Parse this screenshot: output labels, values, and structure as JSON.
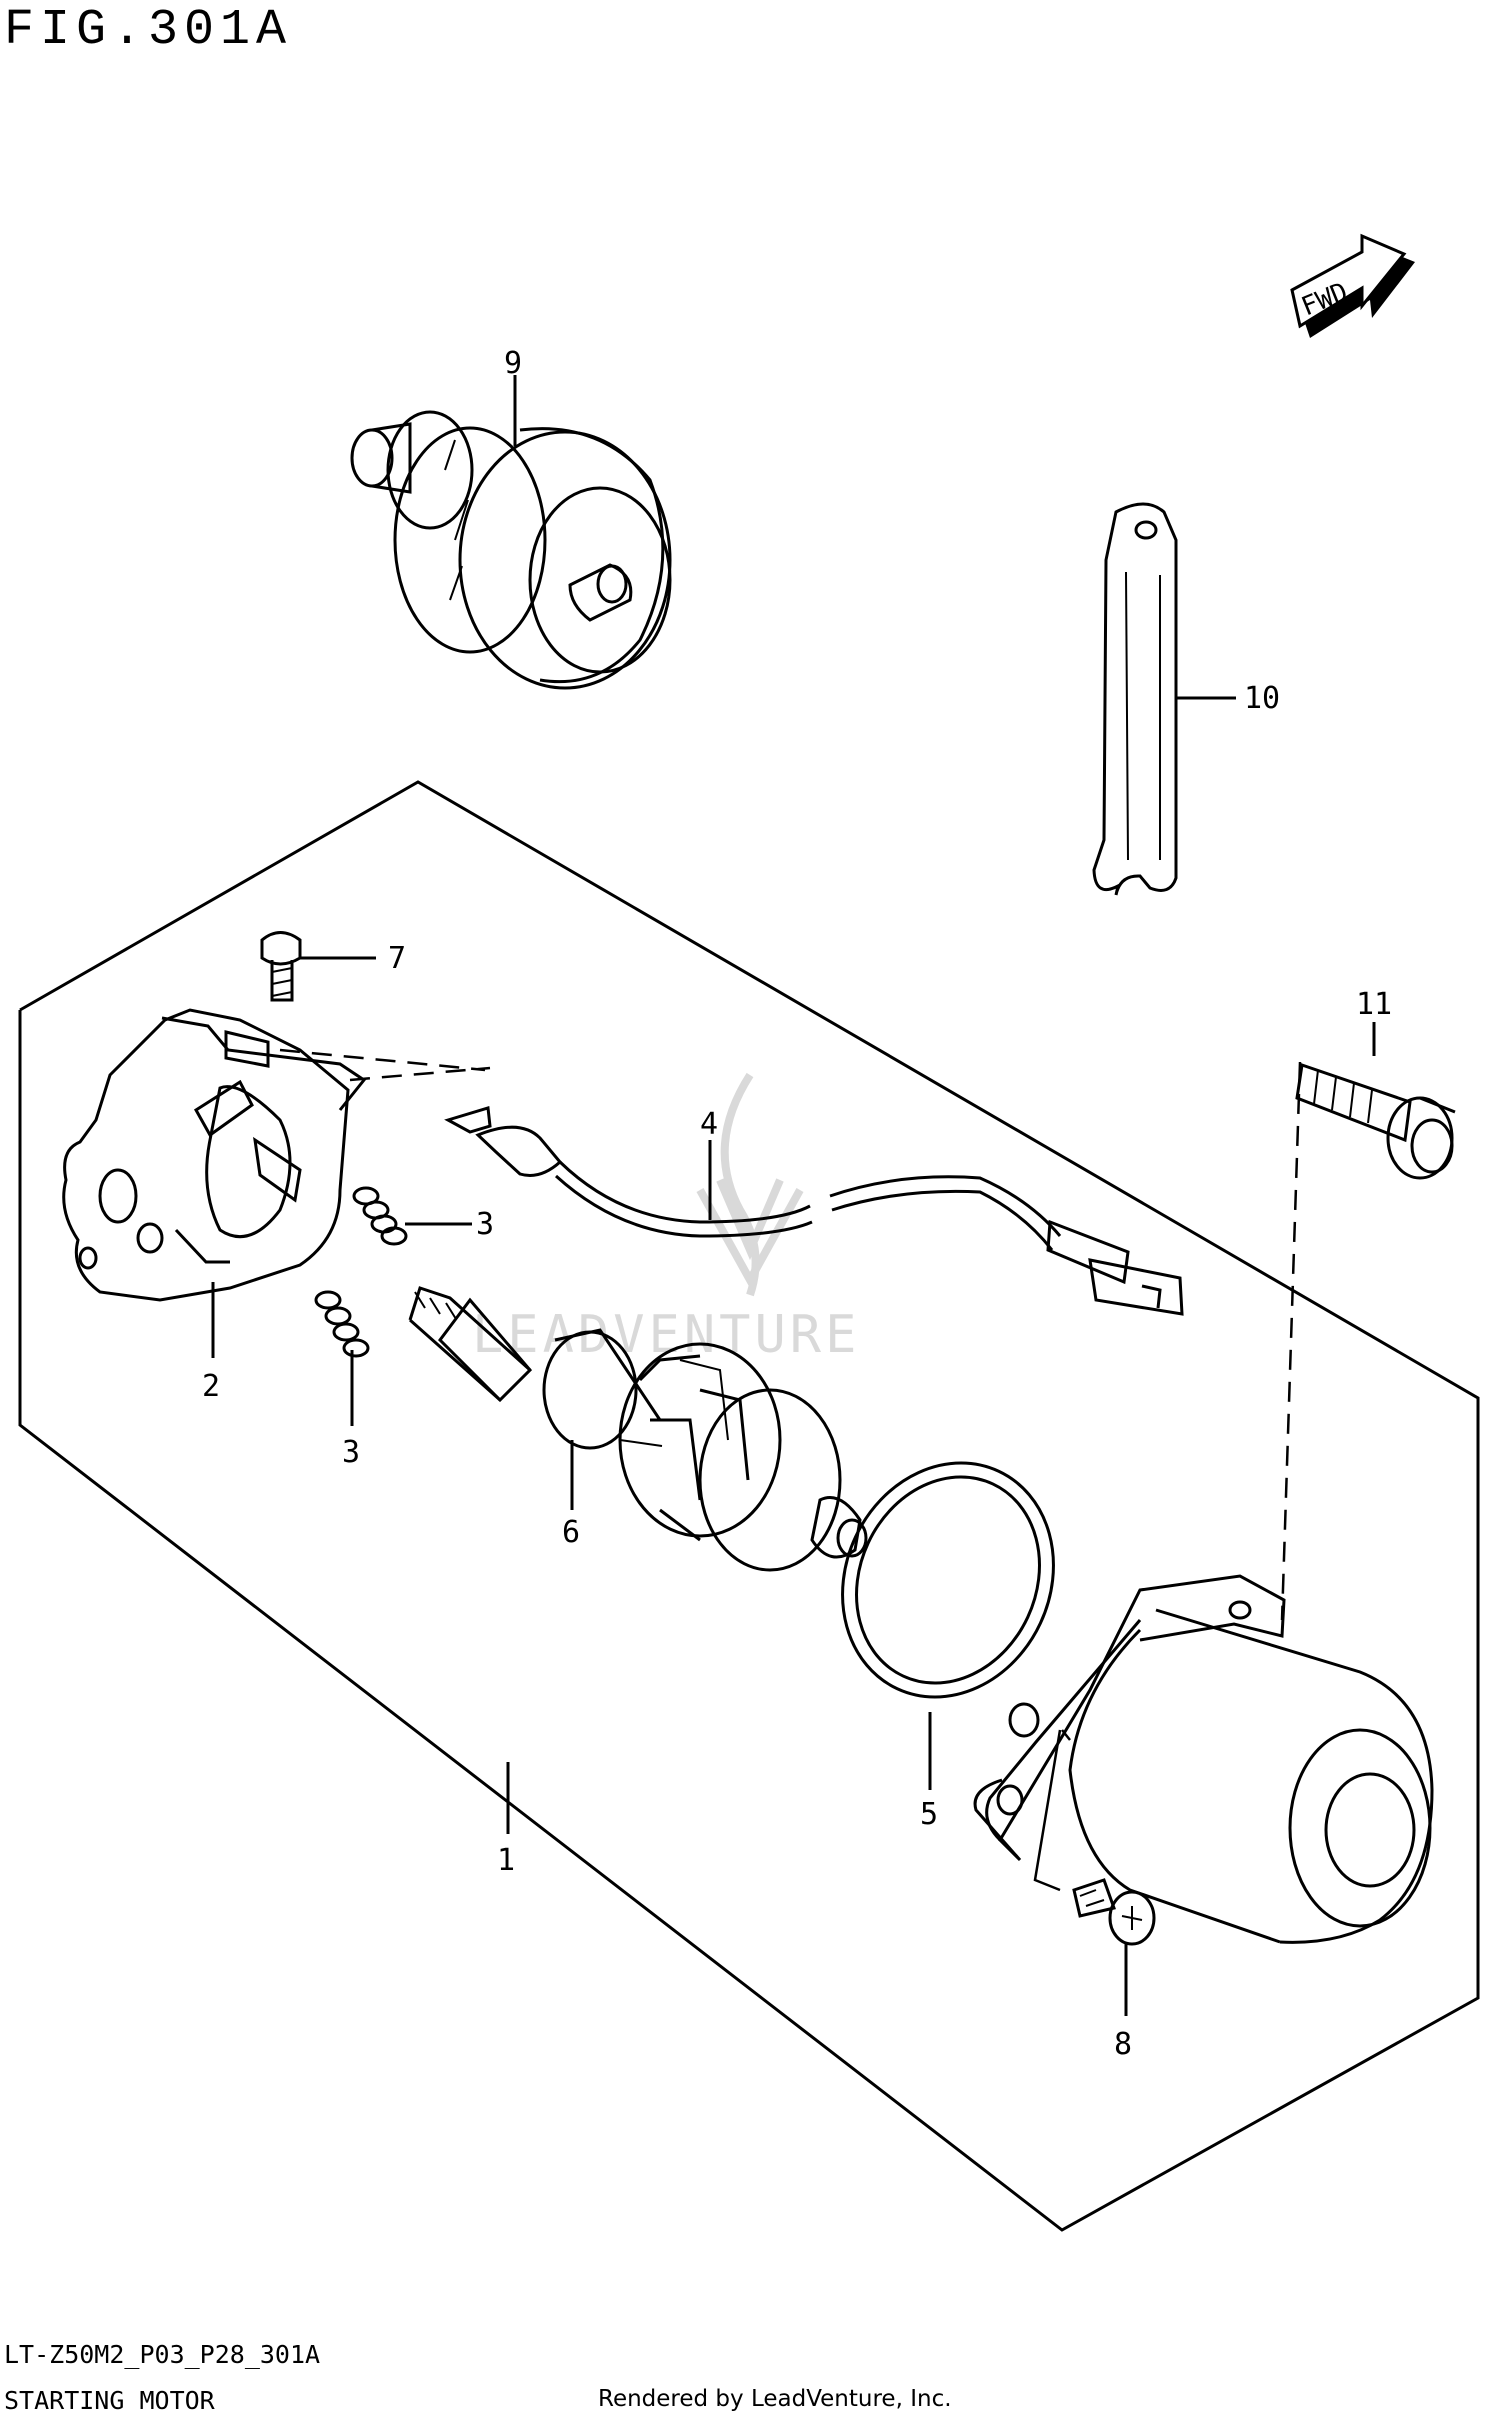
{
  "figure": {
    "title": "FIG.301A",
    "code": "LT-Z50M2_P03_P28_301A",
    "caption": "STARTING MOTOR",
    "credit": "Rendered by LeadVenture, Inc.",
    "watermark": "LEADVENTURE",
    "fwd_label": "FWD"
  },
  "callouts": [
    {
      "id": "1",
      "label": "1"
    },
    {
      "id": "2",
      "label": "2"
    },
    {
      "id": "3a",
      "label": "3"
    },
    {
      "id": "3b",
      "label": "3"
    },
    {
      "id": "4",
      "label": "4"
    },
    {
      "id": "5",
      "label": "5"
    },
    {
      "id": "6",
      "label": "6"
    },
    {
      "id": "7",
      "label": "7"
    },
    {
      "id": "8",
      "label": "8"
    },
    {
      "id": "9",
      "label": "9"
    },
    {
      "id": "10",
      "label": "10"
    },
    {
      "id": "11",
      "label": "11"
    }
  ],
  "colors": {
    "line": "#000000",
    "background": "#ffffff",
    "watermark": "#d9d9d9"
  }
}
